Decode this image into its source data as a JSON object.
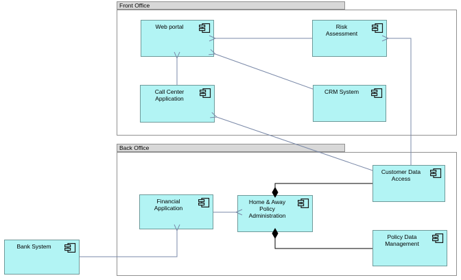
{
  "groups": {
    "front_office": {
      "label": "Front Office"
    },
    "back_office": {
      "label": "Back Office"
    }
  },
  "components": {
    "web_portal": {
      "label": "Web portal"
    },
    "risk_assessment": {
      "label": "Risk\nAssessment"
    },
    "call_center_application": {
      "label": "Call Center\nApplication"
    },
    "crm_system": {
      "label": "CRM System"
    },
    "customer_data_access": {
      "label": "Customer Data\nAccess"
    },
    "financial_application": {
      "label": "Financial\nApplication"
    },
    "home_away_policy_administration": {
      "label": "Home & Away\nPolicy\nAdministration"
    },
    "policy_data_management": {
      "label": "Policy Data\nManagement"
    },
    "bank_system": {
      "label": "Bank System"
    }
  },
  "relationships": [
    {
      "type": "serving",
      "from": "Risk Assessment",
      "to": "Web portal"
    },
    {
      "type": "serving",
      "from": "Customer Data Access",
      "to": "Risk Assessment"
    },
    {
      "type": "serving",
      "from": "Call Center Application",
      "to": "Web portal"
    },
    {
      "type": "serving",
      "from": "CRM System",
      "to": "Web portal"
    },
    {
      "type": "serving",
      "from": "Customer Data Access",
      "to": "Call Center Application"
    },
    {
      "type": "serving",
      "from": "Financial Application",
      "to": "Home & Away Policy Administration"
    },
    {
      "type": "serving",
      "from": "Bank System",
      "to": "Financial Application"
    },
    {
      "type": "composition",
      "from": "Home & Away Policy Administration",
      "to": "Customer Data Access"
    },
    {
      "type": "composition",
      "from": "Home & Away Policy Administration",
      "to": "Policy Data Management"
    }
  ],
  "icons": {
    "component": "application-component-icon"
  },
  "colors": {
    "canvas_background": "#ffffff",
    "component_fill": "#b2f4f4",
    "component_border": "#6e9999",
    "relationship": "#7a89a8",
    "composition": "#000000",
    "group_header_fill": "#d8d8d8",
    "group_border": "#909090"
  }
}
